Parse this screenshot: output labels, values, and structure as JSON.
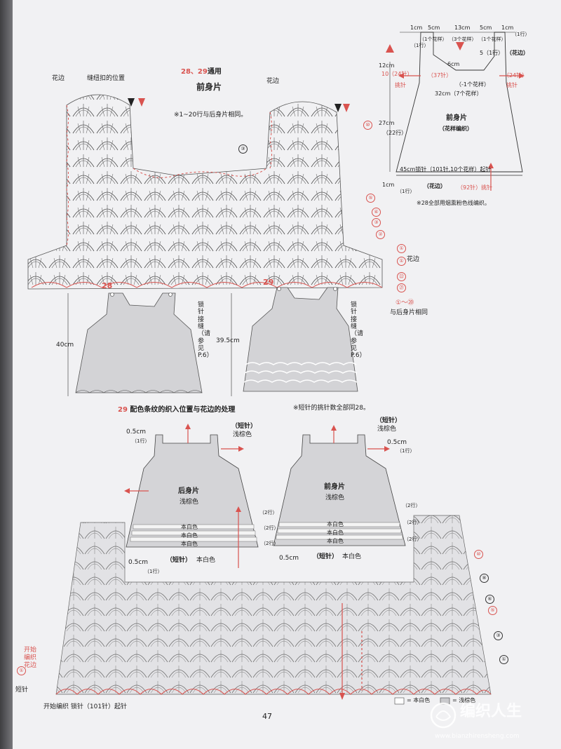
{
  "page_number": "47",
  "heading": {
    "num": "28、29",
    "suffix": "通用",
    "title": "前身片"
  },
  "top_notes": {
    "note_rows": "※1~20行与后身片相同。",
    "edge_left": "花边",
    "button_pos": "缝纽扣的位置",
    "edge_right": "花边"
  },
  "schematic": {
    "title": "前身片",
    "subtitle": "（花样编织）",
    "top_dims": [
      "1cm",
      "5cm",
      "13cm",
      "5cm",
      "1cm"
    ],
    "top_counts": [
      "（1个花样）",
      "（3个花样）",
      "（1个花样）"
    ],
    "top_rows": "（1行）",
    "right_rows": "（1行）",
    "edge_label": "（花边）",
    "strap": "5（1行）",
    "neck": "6cm",
    "left_h": "12cm",
    "left_rows": "10（24针）",
    "st37": "（37针）",
    "pick_left": "挑针",
    "st24r": "（24针）",
    "pick_right": "挑针",
    "one_pattern": "（-1个花样）",
    "width32": "32cm（7个花样）",
    "height27": "27cm",
    "rows22": "（22行）",
    "base": "45cm锁针（101针,10个花样）起针",
    "bottom_1cm": "1cm",
    "bottom_rows": "（1行）",
    "bottom_edge": "（花边）",
    "pick92": "（92针）挑针",
    "color_note": "※28全部用烟熏粉色线编织。"
  },
  "dress28": {
    "num": "28",
    "height": "40cm",
    "seam": "锁针接缝（请参见P.6）"
  },
  "dress29": {
    "num": "29",
    "height": "39.5cm",
    "seam": "锁针接缝（请参见P.6）"
  },
  "row_markers_top": [
    "⑩",
    "③",
    "⑤",
    "④",
    "③",
    "②",
    "①",
    "花边",
    "①",
    "㉒",
    "㉑",
    "①～⑳",
    "与后身片相同"
  ],
  "section2": {
    "num": "29",
    "title": "配色条纹的织入位置与花边的处理",
    "note": "※短针的挑针数全部同28。",
    "back": {
      "title": "后身片",
      "color": "浅棕色",
      "top_label": "（短针）",
      "top_color": "浅棕色",
      "top_dim": "0.5cm",
      "top_rows": "（1行）",
      "stripes": [
        "本白色",
        "本白色",
        "本白色"
      ],
      "rows_right": [
        "（2行）",
        "（2行）",
        "（2行）"
      ],
      "bottom_dim": "0.5cm",
      "bottom_rows": "（1行）",
      "bottom_label": "（短针）",
      "bottom_color": "本白色"
    },
    "front": {
      "title": "前身片",
      "color": "浅棕色",
      "top_label": "（短针）",
      "top_color": "浅棕色",
      "top_dim": "0.5cm",
      "top_rows": "（1行）",
      "stripes": [
        "本白色",
        "本白色",
        "本白色"
      ],
      "rows_right": [
        "（2行）",
        "（2行）",
        "（2行）"
      ],
      "bottom_dim": "0.5cm",
      "bottom_label": "（短针）",
      "bottom_color": "本白色"
    },
    "bottom_markers": [
      "⑩",
      "⑧",
      "⑥",
      "⑤",
      "③",
      "①"
    ],
    "start_edge": "开始编织花边",
    "start_marker": "①",
    "short_st": "短针",
    "start_chain": "开始编织 锁针（101针）起针",
    "legend_white": "= 本白色",
    "legend_brown": "= 浅棕色"
  },
  "watermark": {
    "brand": "编织人生",
    "url": "www.bianzhirensheng.com"
  },
  "colors": {
    "accent": "#d9534f",
    "line": "#333333",
    "fabric": "#d0d0d3"
  }
}
